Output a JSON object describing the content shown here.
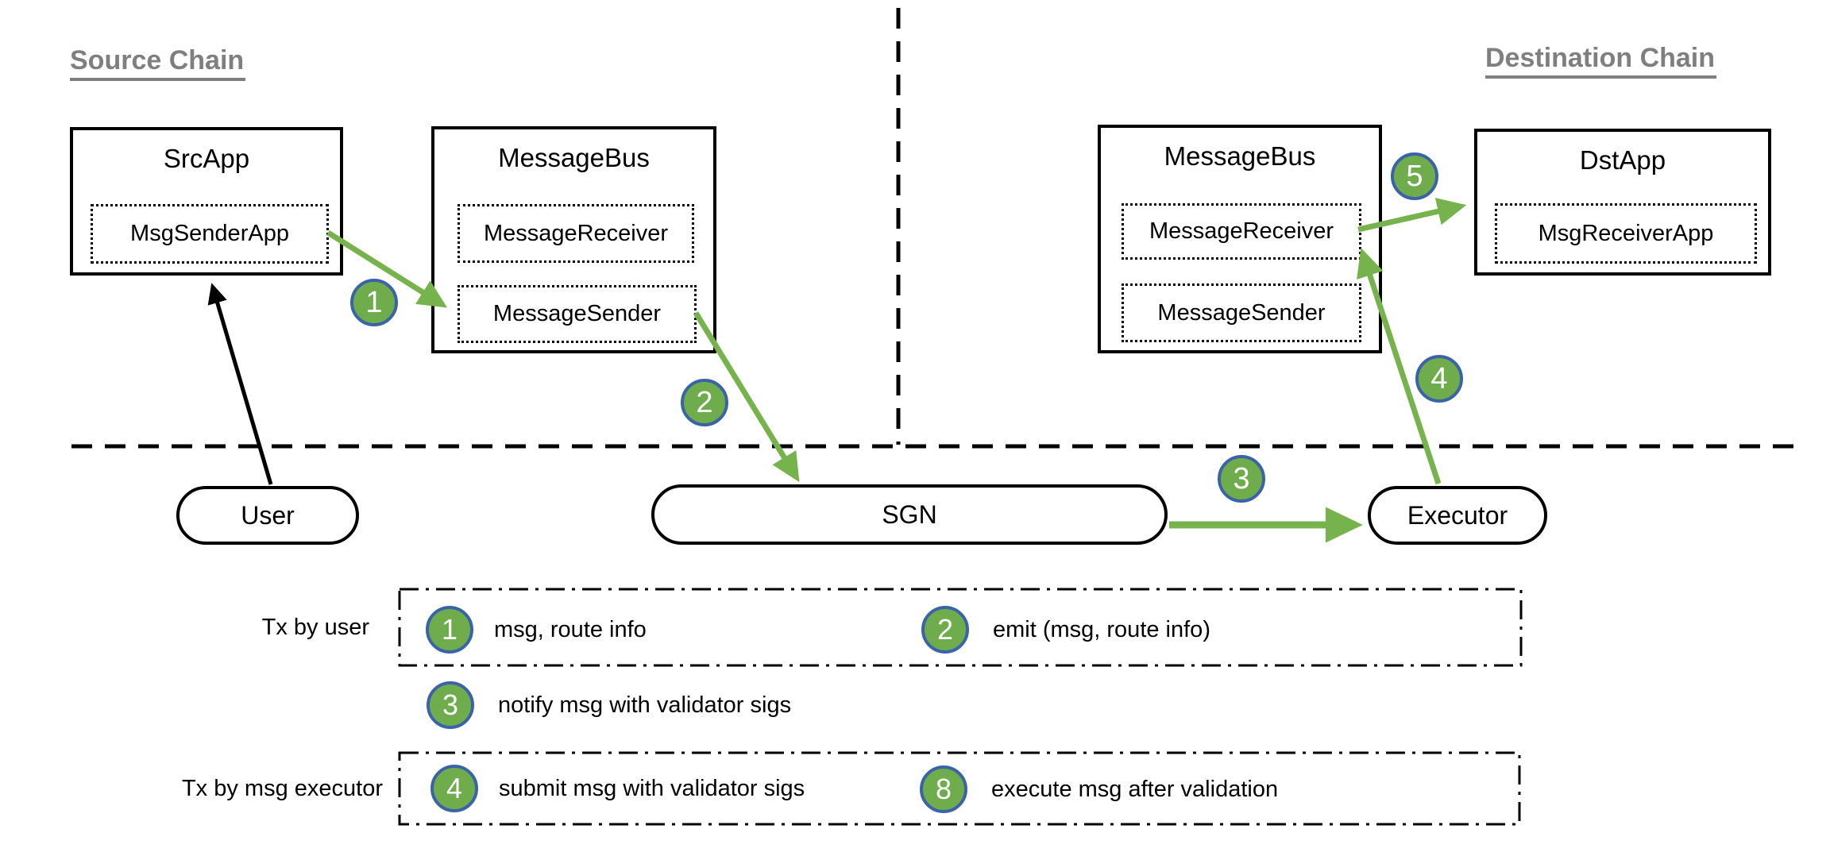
{
  "headings": {
    "source": "Source Chain",
    "destination": "Destination Chain"
  },
  "boxes": {
    "src_app": {
      "title": "SrcApp",
      "inner": "MsgSenderApp"
    },
    "bus_src": {
      "title": "MessageBus",
      "receiver": "MessageReceiver",
      "sender": "MessageSender"
    },
    "bus_dst": {
      "title": "MessageBus",
      "receiver": "MessageReceiver",
      "sender": "MessageSender"
    },
    "dst_app": {
      "title": "DstApp",
      "inner": "MsgReceiverApp"
    }
  },
  "nodes": {
    "user": "User",
    "sgn": "SGN",
    "executor": "Executor"
  },
  "badges": {
    "b1": "1",
    "b2": "2",
    "b3": "3",
    "b4": "4",
    "b5": "5"
  },
  "legend": {
    "group1_label": "Tx by user",
    "group2_label": "Tx by msg executor",
    "items": [
      {
        "num": "1",
        "text": "msg, route info"
      },
      {
        "num": "2",
        "text": "emit (msg, route info)"
      },
      {
        "num": "3",
        "text": "notify msg with validator sigs"
      },
      {
        "num": "4",
        "text": "submit msg with validator sigs"
      },
      {
        "num": "8",
        "text": "execute msg after validation"
      }
    ]
  },
  "colors": {
    "badge_fill": "#6fac4c",
    "badge_border": "#3b64a8",
    "arrow_green": "#76b34d",
    "heading_gray": "#7f7f7f",
    "line_black": "#000000"
  }
}
